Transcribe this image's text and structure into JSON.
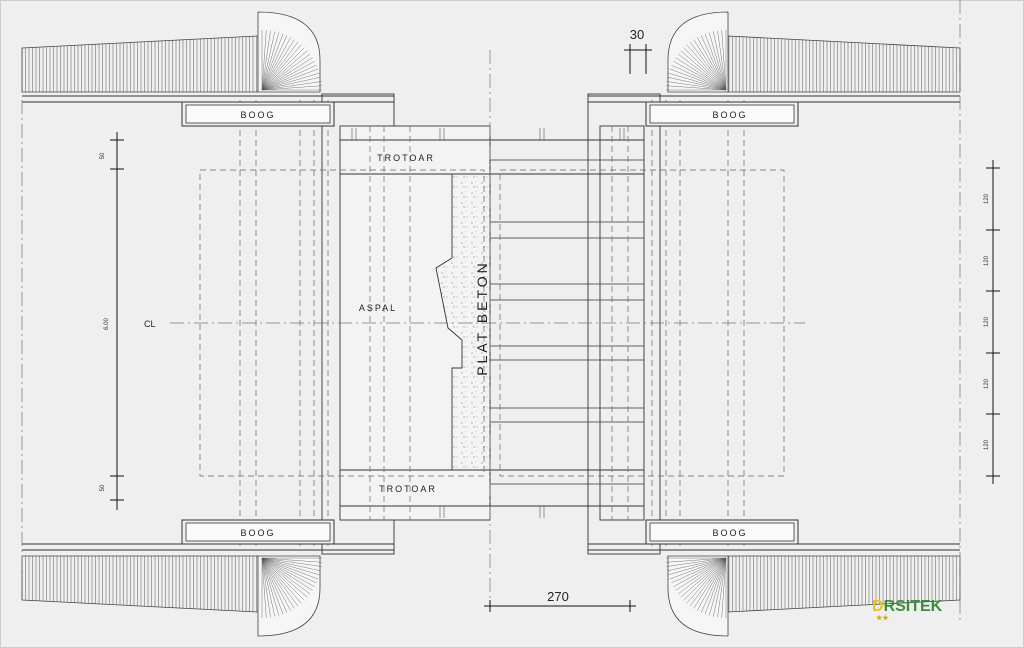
{
  "labels": {
    "boog_top_left": "BOOG",
    "boog_top_right": "BOOG",
    "boog_bottom_left": "BOOG",
    "boog_bottom_right": "BOOG",
    "trotoar_top": "TROTOAR",
    "trotoar_bottom": "TROTOAR",
    "aspal": "ASPAL",
    "plat_beton": "PLAT  BETON",
    "cl": "CL"
  },
  "dimensions": {
    "top_30": "30",
    "bottom_270": "270",
    "left_top_50": "50",
    "left_600": "6.00",
    "left_bottom_50": "50",
    "right_120": [
      "120",
      "120",
      "120",
      "120",
      "120"
    ]
  },
  "logo": {
    "first_letter": "D",
    "rest": "RSITEK",
    "stars": "★★"
  }
}
